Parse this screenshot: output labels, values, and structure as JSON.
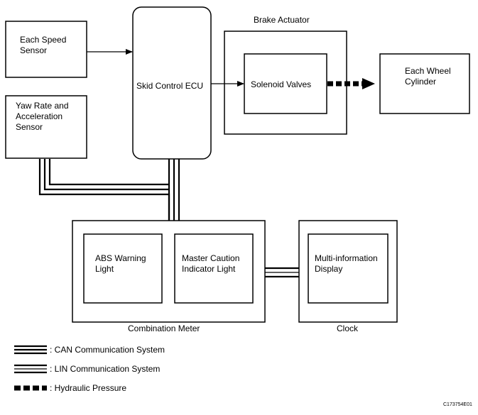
{
  "blocks": {
    "speed_sensor": "Each Speed\nSensor",
    "yaw_sensor": "Yaw Rate and\nAcceleration\nSensor",
    "skid_ecu": "Skid Control ECU",
    "brake_actuator": "Brake Actuator",
    "solenoid_valves": "Solenoid Valves",
    "wheel_cylinder": "Each Wheel\nCylinder",
    "abs_light": "ABS Warning\nLight",
    "master_caution": "Master Caution\nIndicator Light",
    "combination_meter": "Combination Meter",
    "multi_display": "Multi-information\nDisplay",
    "clock": "Clock"
  },
  "legend": {
    "can": ": CAN Communication System",
    "lin": ": LIN Communication System",
    "hydraulic": ": Hydraulic Pressure"
  },
  "figure_code": "C173754E01",
  "colors": {
    "line": "#000000",
    "background": "#ffffff"
  }
}
